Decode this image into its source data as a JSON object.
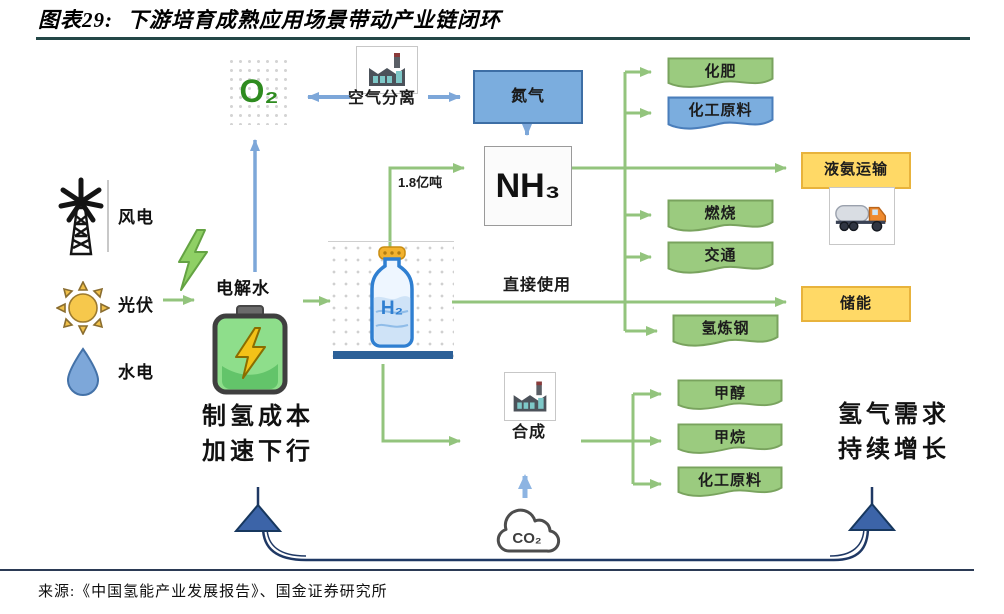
{
  "header": {
    "figure_label": "图表29:",
    "title": "下游培育成熟应用场景带动产业链闭环"
  },
  "energy_sources": {
    "wind": "风电",
    "solar": "光伏",
    "hydro": "水电"
  },
  "electrolysis": {
    "label": "电解水"
  },
  "air": {
    "separation_label": "空气分离",
    "oxygen": "O₂",
    "nitrogen": "氮气"
  },
  "ammonia": {
    "formula": "NH₃",
    "volume_label": "1.8亿吨",
    "downstream": {
      "fertilizer": "化肥",
      "chemical_feedstock": "化工原料",
      "transport": "液氨运输"
    }
  },
  "hydrogen": {
    "bottle_label": "H₂",
    "direct_use_label": "直接使用",
    "downstream": {
      "combustion": "燃烧",
      "transportation": "交通",
      "energy_storage": "储能",
      "steelmaking": "氢炼钢"
    }
  },
  "synthesis": {
    "label": "合成",
    "co2": "CO₂",
    "downstream": {
      "methanol": "甲醇",
      "methane": "甲烷",
      "chemical_feedstock": "化工原料"
    }
  },
  "captions": {
    "left": [
      "制氢成本",
      "加速下行"
    ],
    "right": [
      "氢气需求",
      "持续增长"
    ]
  },
  "footer": {
    "source": "来源:《中国氢能产业发展报告》、国金证券研究所"
  },
  "colors": {
    "green_box": "#9bcb7f",
    "blue_box": "#7badde",
    "yellow_box": "#ffd966",
    "edge_green": "#93c47d",
    "edge_blue": "#7da7d9",
    "loop_navy": "#1f3864",
    "title_rule": "#234747"
  }
}
